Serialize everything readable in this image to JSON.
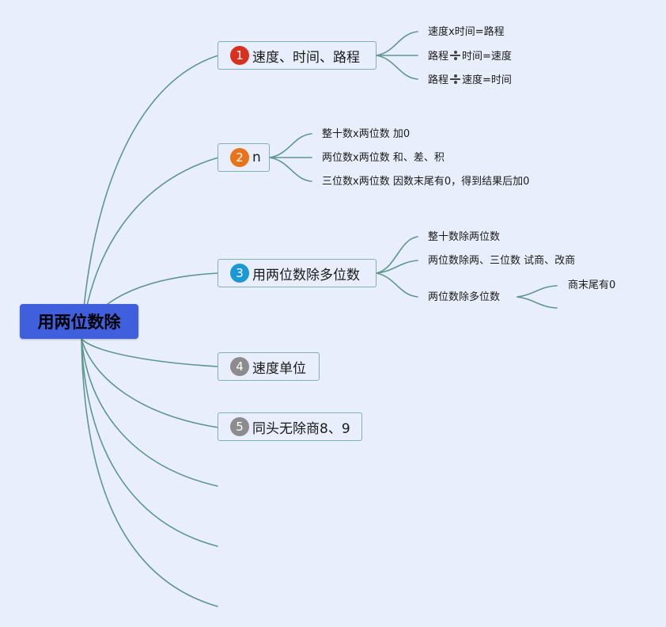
{
  "root": {
    "label": "用两位数除",
    "color": "#3f5fdd"
  },
  "branches": [
    {
      "number": "1",
      "badge_color": "#d7301f",
      "label": "速度、时间、路程",
      "children": [
        {
          "before": "速度x时间=路程",
          "after": ""
        },
        {
          "before": "路程",
          "after": "时间=速度",
          "divide_icon": true
        },
        {
          "before": "路程",
          "after": "速度=时间",
          "divide_icon": true
        }
      ]
    },
    {
      "number": "2",
      "badge_color": "#e8731a",
      "label": "n",
      "children": [
        {
          "text": "整十数x两位数 加0"
        },
        {
          "text": "两位数x两位数 和、差、积"
        },
        {
          "text": "三位数x两位数 因数末尾有0，得到结果后加0"
        }
      ]
    },
    {
      "number": "3",
      "badge_color": "#1a98d5",
      "label": "用两位数除多位数",
      "children": [
        {
          "text": "整十数除两位数"
        },
        {
          "text": "两位数除两、三位数 试商、改商"
        },
        {
          "text": "两位数除多位数",
          "children": [
            {
              "text": "商末尾有0"
            }
          ]
        }
      ]
    },
    {
      "number": "4",
      "badge_color": "#8c8c8c",
      "label": "速度单位",
      "children": []
    },
    {
      "number": "5",
      "badge_color": "#8c8c8c",
      "label": "同头无除商8、9",
      "children": []
    }
  ],
  "colors": {
    "background": "#e8eefb",
    "connector": "#5d9790",
    "topic_border": "#7fb0b3"
  }
}
